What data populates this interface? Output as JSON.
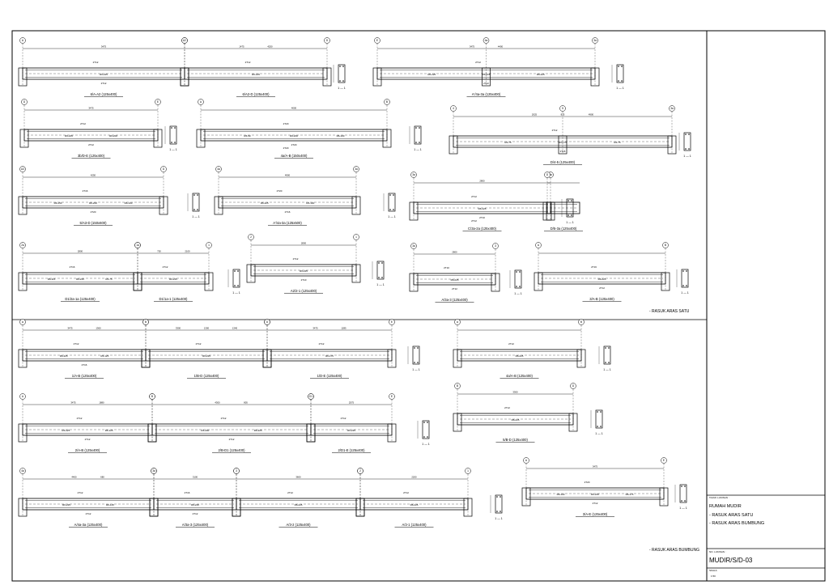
{
  "title_block": {
    "drawing_title_label": "TAJUK LUKISAN :",
    "project": "RUMAH MUDIR",
    "contents": [
      "- RASUK ARAS SATU",
      "- RASUK ARAS BUMBUNG"
    ],
    "drawing_no_label": "NO. LUKISAN :",
    "drawing_no": "MUDIR/S/D-03",
    "scale_label": "SKALA",
    "scale": "1:50"
  },
  "sections": {
    "upper": "- RASUK ARAS SATU",
    "lower": "- RASUK ARAS BUMBUNG"
  },
  "beams": [
    {
      "title": "6/A-A2 (125x400)",
      "grid": [
        "A",
        "A2"
      ],
      "dims": [
        "3475"
      ],
      "bars": [
        "2T12",
        "2T12"
      ],
      "links": [
        "R6-225"
      ]
    },
    {
      "title": "6/A2-D (125x400)",
      "grid": [
        "A2",
        "D"
      ],
      "dims": [
        "1475",
        "4250"
      ],
      "bars": [
        "2T12"
      ],
      "links": [
        "R6-225"
      ]
    },
    {
      "title": "A'/4a-3a (125x400)",
      "grid": [
        "E",
        "4a",
        "3a"
      ],
      "dims": [
        "3475",
        "4400"
      ],
      "bars": [
        "2T12",
        "2T12"
      ],
      "links": [
        "R6-225",
        "R6-225",
        "R6-225"
      ]
    },
    {
      "title": "3b/D-E (125x400)",
      "grid": [
        "D",
        "E"
      ],
      "dims": [
        "3475"
      ],
      "bars": [
        "2T12",
        "2T12"
      ],
      "links": [
        "R6-225",
        "R6-200"
      ]
    },
    {
      "title": "4a/A-B (150x400)",
      "grid": [
        "A",
        "B"
      ],
      "dims": [
        "4000"
      ],
      "bars": [
        "2T20",
        "2T20",
        "2T20"
      ],
      "links": [
        "R6-50",
        "R6-200",
        "R6-100"
      ]
    },
    {
      "title": "D/4-5 (125x400)",
      "grid": [
        "4",
        "5",
        "3a"
      ],
      "dims": [
        "2025",
        "875",
        "4900"
      ],
      "bars": [
        "2T12",
        "2T16"
      ],
      "links": [
        "R6-75",
        "R6-175",
        "R6-75"
      ]
    },
    {
      "title": "5/A3-D (150x600)",
      "grid": [
        "A3",
        "D"
      ],
      "dims": [
        "4250"
      ],
      "bars": [
        "2T16",
        "2T20"
      ],
      "links": [
        "R6-150",
        "R6-200",
        "R6-100"
      ]
    },
    {
      "title": "A'/4a-3a (125x500)",
      "grid": [
        "4a",
        "3a"
      ],
      "dims": [
        "4900"
      ],
      "bars": [
        "2T20",
        "2T16"
      ],
      "links": [
        "R6-225",
        "R6-100"
      ]
    },
    {
      "title": "C/3a-2a (125x400)",
      "grid": [
        "3a",
        "2a"
      ],
      "dims": [
        "2800"
      ],
      "bars": [
        "2T12",
        "2T10",
        "2T12"
      ],
      "links": [
        "R6-125"
      ]
    },
    {
      "title": "D/5-3a (125x400)",
      "grid": [
        "D"
      ],
      "dims": [],
      "bars": [],
      "links": []
    },
    {
      "title": "D1/2a-1a (125x400)",
      "grid": [
        "2a",
        "1a"
      ],
      "dims": [
        "2800"
      ],
      "bars": [
        "2T16"
      ],
      "links": [
        "R6-115",
        "R6-225",
        "R6-75"
      ]
    },
    {
      "title": "D1/1a-1 (125x400)",
      "grid": [
        "1a",
        "1"
      ],
      "dims": [
        "750",
        "2100"
      ],
      "bars": [
        "2T12"
      ],
      "links": [
        "R6-225"
      ]
    },
    {
      "title": "A2/2-1 (125x400)",
      "grid": [
        "2",
        "1"
      ],
      "dims": [
        "2800"
      ],
      "bars": [
        "2T12",
        "2T10"
      ],
      "links": [
        "R6-225"
      ]
    },
    {
      "title": "A/3a-3 (125x400)",
      "grid": [
        "3a",
        "3"
      ],
      "dims": [
        "2800"
      ],
      "bars": [
        "2T10",
        "2T12"
      ],
      "links": [
        "R6-225"
      ]
    },
    {
      "title": "3/A-B (125x400)",
      "grid": [
        "A",
        "B"
      ],
      "dims": [],
      "bars": [
        "2T16",
        "2T12"
      ],
      "links": [
        "R6-225"
      ]
    },
    {
      "title": "1/A-B (125x400)",
      "grid": [
        "A",
        "B"
      ],
      "dims": [
        "3475",
        "1360"
      ],
      "bars": [
        "2T12",
        "2T16"
      ],
      "links": [
        "R6-225",
        "R6-125"
      ]
    },
    {
      "title": "1/B-D (125x400)",
      "grid": [
        "B",
        "D"
      ],
      "dims": [
        "3300",
        "1300",
        "1340"
      ],
      "bars": [
        "2T12"
      ],
      "links": [
        "R6-225"
      ]
    },
    {
      "title": "1/D-E (125x400)",
      "grid": [
        "D",
        "E"
      ],
      "dims": [
        "3475",
        "1285"
      ],
      "bars": [
        "2T12"
      ],
      "links": [
        "R6-175"
      ]
    },
    {
      "title": "4a/A-B (125x400)",
      "grid": [
        "A",
        "B"
      ],
      "dims": [],
      "bars": [
        "2T12"
      ],
      "links": [
        "R6-225"
      ]
    },
    {
      "title": "2/A-B (125x400)",
      "grid": [
        "A",
        "B"
      ],
      "dims": [
        "3475",
        "1880"
      ],
      "bars": [
        "2T12",
        "2T12"
      ],
      "links": [
        "R6-225",
        "R6-125"
      ]
    },
    {
      "title": "2/B-D1 (125x400)",
      "grid": [
        "B",
        "D1"
      ],
      "dims": [
        "4300",
        "805"
      ],
      "bars": [
        "2T12",
        "2T12"
      ],
      "links": [
        "R6-200",
        "R6-225"
      ]
    },
    {
      "title": "2/D1-E (125x400)",
      "grid": [
        "D1",
        "E"
      ],
      "dims": [
        "2575"
      ],
      "bars": [
        "2T12"
      ],
      "links": [
        "R6-225"
      ]
    },
    {
      "title": "5/B-D (125x400)",
      "grid": [
        "B",
        "D"
      ],
      "dims": [
        "3300"
      ],
      "bars": [
        "2T12"
      ],
      "links": [
        "R6-225"
      ]
    },
    {
      "title": "A/4a-3a (125x400)",
      "grid": [
        "4a",
        "3a"
      ],
      "dims": [
        "4400",
        "680"
      ],
      "bars": [
        "2T12",
        "2T12"
      ],
      "links": [
        "R6-225",
        "R6-125"
      ]
    },
    {
      "title": "A/3a-3 (125x400)",
      "grid": [
        "3a",
        "3"
      ],
      "dims": [
        "3100"
      ],
      "bars": [
        "2T16",
        "2T12"
      ],
      "links": [
        "R6-225"
      ]
    },
    {
      "title": "A/3-2 (125x400)",
      "grid": [
        "3",
        "2"
      ],
      "dims": [
        "3600"
      ],
      "bars": [
        "2T12"
      ],
      "links": [
        "R6-225"
      ]
    },
    {
      "title": "A/2-1 (125x400)",
      "grid": [
        "2",
        "1"
      ],
      "dims": [
        "2200"
      ],
      "bars": [
        "2T12"
      ],
      "links": [
        "R6-225"
      ]
    },
    {
      "title": "3/A-E (125x400)",
      "grid": [
        "A",
        "E"
      ],
      "dims": [
        "3475"
      ],
      "bars": [
        "2T20",
        "2T12"
      ],
      "links": [
        "R6-100",
        "R6-225",
        "R6-175"
      ]
    }
  ],
  "section_label": "1 — 1"
}
